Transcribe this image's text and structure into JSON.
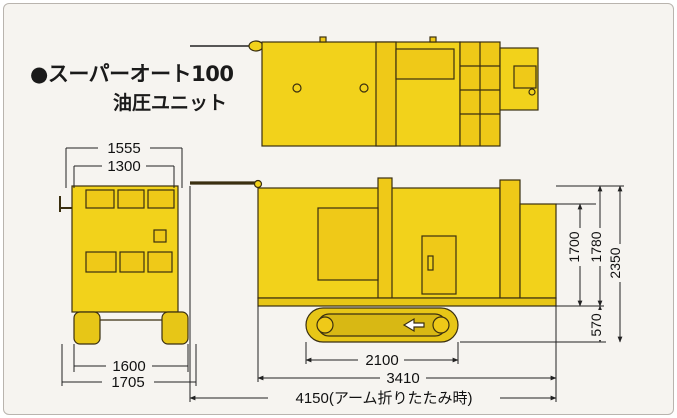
{
  "title": {
    "line1": "●スーパーオート100",
    "line2": "油圧ユニット"
  },
  "colors": {
    "machine": "#f2d21b",
    "outline": "#3a2f10",
    "panel": "#efc918",
    "track": "#e7c617",
    "background": "#f6f4f0"
  },
  "dimensions": {
    "front_width_outer": "1555",
    "front_width_inner": "1300",
    "track_width_inner": "1600",
    "track_width_outer": "1705",
    "height_body": "1700",
    "height_top": "1780",
    "height_total": "2350",
    "ground_clearance": "570",
    "track_length": "2100",
    "body_length": "3410",
    "overall_length": "4150(アーム折りたたみ時)"
  }
}
